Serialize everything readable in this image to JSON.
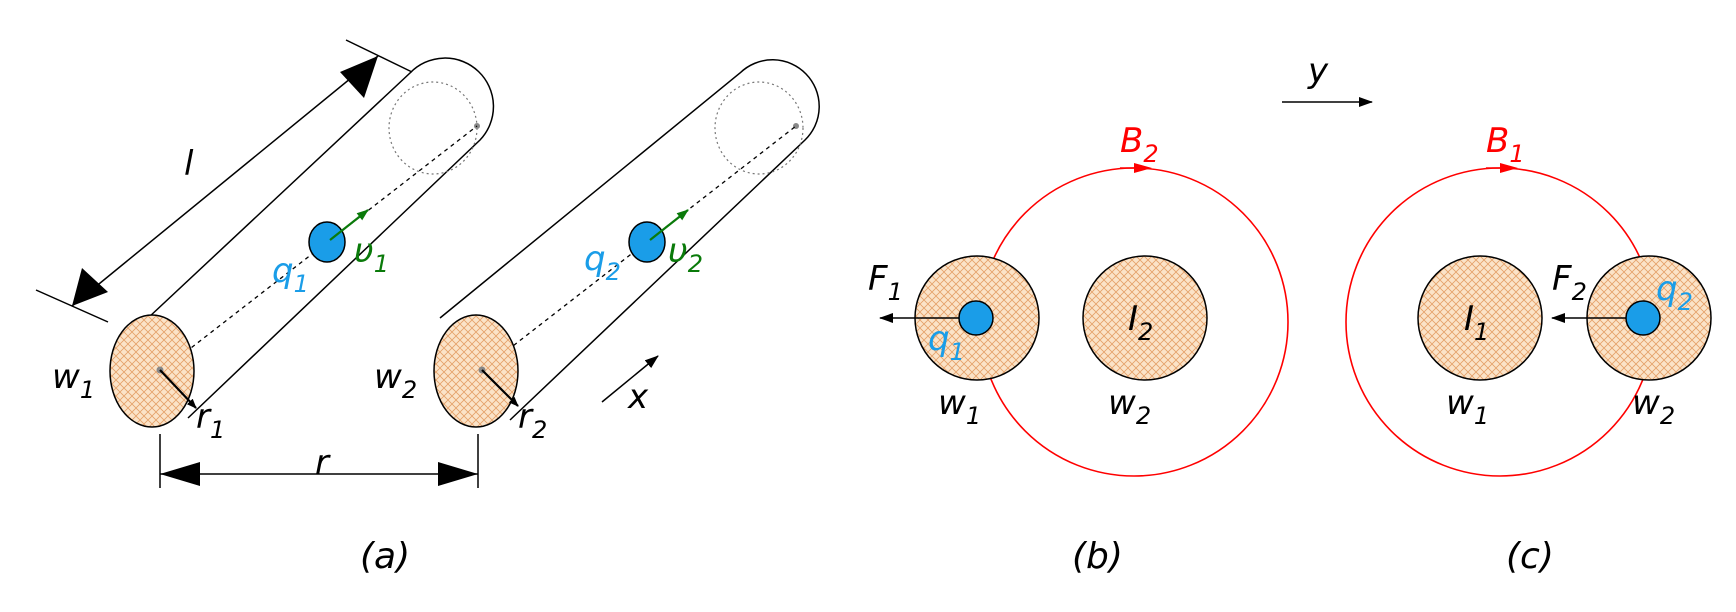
{
  "panels": {
    "a": {
      "caption": "(a)",
      "wire1": {
        "name": "w",
        "sub": "1"
      },
      "wire2": {
        "name": "w",
        "sub": "2"
      },
      "radius1": {
        "name": "r",
        "sub": "1"
      },
      "radius2": {
        "name": "r",
        "sub": "2"
      },
      "separation": "r",
      "length": "l",
      "charge1": {
        "name": "q",
        "sub": "1"
      },
      "charge2": {
        "name": "q",
        "sub": "2"
      },
      "velocity1": {
        "name": "υ",
        "sub": "1"
      },
      "velocity2": {
        "name": "υ",
        "sub": "2"
      },
      "x_axis": "x"
    },
    "b": {
      "caption": "(b)",
      "field": {
        "name": "B",
        "sub": "2"
      },
      "force": {
        "name": "F",
        "sub": "1"
      },
      "charge": {
        "name": "q",
        "sub": "1"
      },
      "current": {
        "name": "I",
        "sub": "2"
      },
      "wire_left": {
        "name": "w",
        "sub": "1"
      },
      "wire_right": {
        "name": "w",
        "sub": "2"
      }
    },
    "c": {
      "caption": "(c)",
      "field": {
        "name": "B",
        "sub": "1"
      },
      "force": {
        "name": "F",
        "sub": "2"
      },
      "charge": {
        "name": "q",
        "sub": "2"
      },
      "current": {
        "name": "I",
        "sub": "1"
      },
      "wire_left": {
        "name": "w",
        "sub": "1"
      },
      "wire_right": {
        "name": "w",
        "sub": "2"
      }
    },
    "y_axis": "y"
  },
  "colors": {
    "charge": "#1a9de8",
    "velocity": "#0a7a0a",
    "field": "#ff0000",
    "wire_fill": "#f7d9b5",
    "hatch": "#e8b07a"
  }
}
